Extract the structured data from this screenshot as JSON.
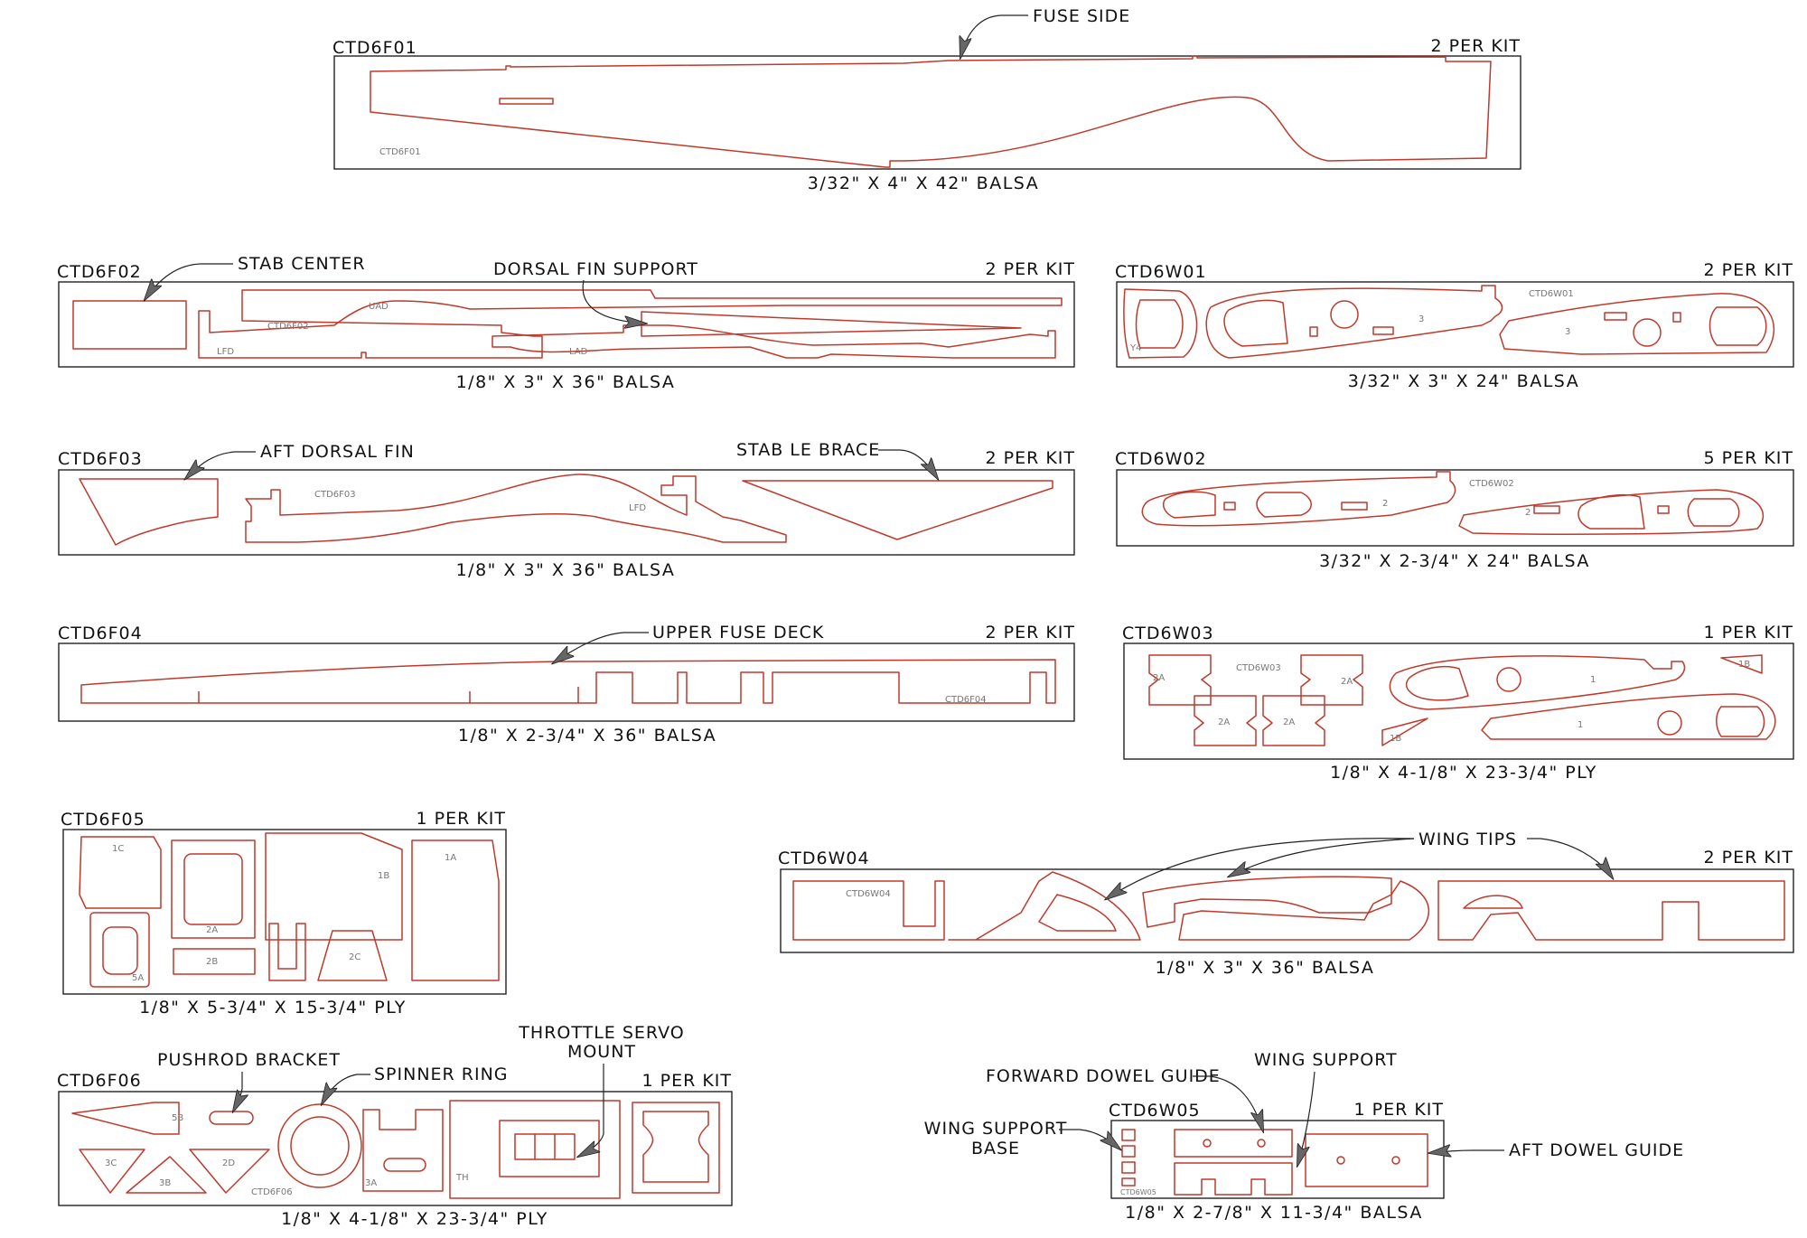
{
  "colors": {
    "outline": "#222222",
    "part_cut_line": "#c0392b",
    "background": "#ffffff"
  },
  "sheets": {
    "f01": {
      "id": "CTD6F01",
      "qty": "2 PER KIT",
      "material": "3/32\" X 4\" X 42\" BALSA",
      "part_label": "CTD6F01"
    },
    "f02": {
      "id": "CTD6F02",
      "qty": "2 PER KIT",
      "material": "1/8\" X 3\" X 36\" BALSA",
      "part_labels": [
        "CTD6F02",
        "UAD",
        "LAD",
        "LFD"
      ]
    },
    "f03": {
      "id": "CTD6F03",
      "qty": "2 PER KIT",
      "material": "1/8\" X 3\" X 36\" BALSA",
      "part_labels": [
        "CTD6F03",
        "LFD"
      ]
    },
    "f04": {
      "id": "CTD6F04",
      "qty": "2 PER KIT",
      "material": "1/8\" X 2-3/4\" X 36\" BALSA",
      "part_label": "CTD6F04"
    },
    "f05": {
      "id": "CTD6F05",
      "qty": "1 PER KIT",
      "material": "1/8\" X 5-3/4\" X 15-3/4\" PLY",
      "part_labels": [
        "1C",
        "2A",
        "1B",
        "1A",
        "2B",
        "2C",
        "5A"
      ]
    },
    "f06": {
      "id": "CTD6F06",
      "qty": "1 PER KIT",
      "material": "1/8\" X 4-1/8\" X 23-3/4\" PLY",
      "part_labels": [
        "5B",
        "3C",
        "3B",
        "2D",
        "CTD6F06",
        "3A",
        "TH"
      ]
    },
    "w01": {
      "id": "CTD6W01",
      "qty": "2 PER KIT",
      "material": "3/32\" X 3\" X 24\" BALSA",
      "part_labels": [
        "CTD6W01",
        "3",
        "3",
        "Y4"
      ]
    },
    "w02": {
      "id": "CTD6W02",
      "qty": "5 PER KIT",
      "material": "3/32\" X 2-3/4\" X 24\" BALSA",
      "part_labels": [
        "CTD6W02",
        "2",
        "2"
      ]
    },
    "w03": {
      "id": "CTD6W03",
      "qty": "1 PER KIT",
      "material": "1/8\" X 4-1/8\" X 23-3/4\" PLY",
      "part_labels": [
        "CTD6W03",
        "2A",
        "2A",
        "2A",
        "2A",
        "1",
        "1",
        "1B",
        "1B"
      ]
    },
    "w04": {
      "id": "CTD6W04",
      "qty": "2 PER KIT",
      "material": "1/8\" X 3\" X 36\" BALSA",
      "part_label": "CTD6W04"
    },
    "w05": {
      "id": "CTD6W05",
      "qty": "1 PER KIT",
      "material": "1/8\" X 2-7/8\" X 11-3/4\" BALSA",
      "part_label": "CTD6W05"
    }
  },
  "callouts": {
    "fuse_side": "FUSE SIDE",
    "stab_center": "STAB CENTER",
    "dorsal_fin_support": "DORSAL FIN SUPPORT",
    "aft_dorsal_fin": "AFT DORSAL FIN",
    "stab_le_brace": "STAB LE BRACE",
    "upper_fuse_deck": "UPPER FUSE DECK",
    "wing_tips": "WING TIPS",
    "pushrod_bracket": "PUSHROD BRACKET",
    "spinner_ring": "SPINNER RING",
    "throttle_servo_mount": [
      "THROTTLE SERVO",
      "MOUNT"
    ],
    "forward_dowel_guide": "FORWARD DOWEL GUIDE",
    "wing_support": "WING SUPPORT",
    "wing_support_base": [
      "WING SUPPORT",
      "BASE"
    ],
    "aft_dowel_guide": "AFT DOWEL GUIDE"
  }
}
